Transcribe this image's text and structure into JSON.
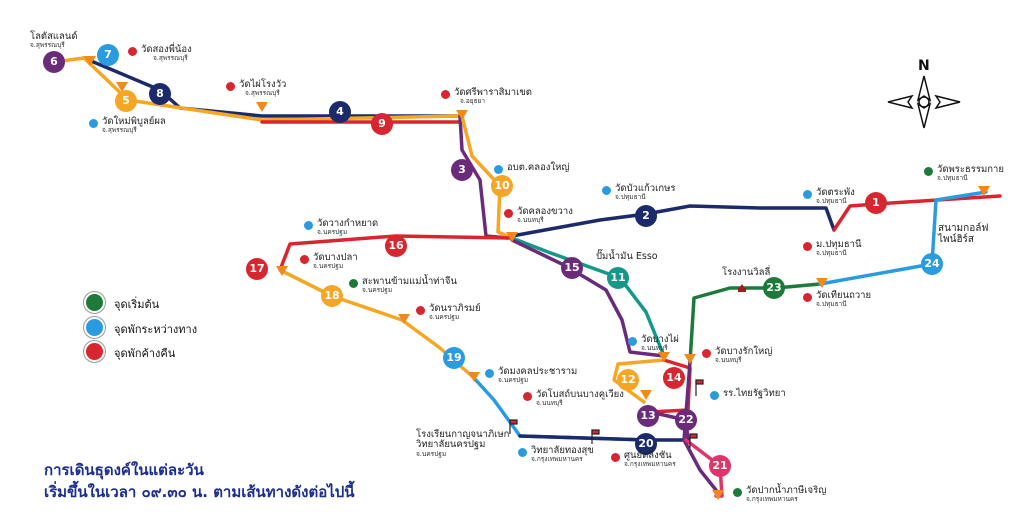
{
  "colors": {
    "navy": "#1b2a6b",
    "red": "#d7262f",
    "orange": "#f5a623",
    "purple": "#6a2c7a",
    "teal": "#14988a",
    "blue": "#2b9be0",
    "green": "#1d7a3a",
    "pink": "#e0356a"
  },
  "compass": {
    "label": "N"
  },
  "route_nodes": [
    {
      "id": "6",
      "color": "purple"
    },
    {
      "id": "7",
      "color": "blue"
    },
    {
      "id": "8",
      "color": "navy"
    },
    {
      "id": "5",
      "color": "orange"
    },
    {
      "id": "4",
      "color": "navy"
    },
    {
      "id": "9",
      "color": "red"
    },
    {
      "id": "3",
      "color": "purple"
    },
    {
      "id": "10",
      "color": "orange"
    },
    {
      "id": "2",
      "color": "navy"
    },
    {
      "id": "1",
      "color": "red"
    },
    {
      "id": "16",
      "color": "red"
    },
    {
      "id": "17",
      "color": "red"
    },
    {
      "id": "18",
      "color": "orange"
    },
    {
      "id": "15",
      "color": "purple"
    },
    {
      "id": "11",
      "color": "teal"
    },
    {
      "id": "24",
      "color": "blue"
    },
    {
      "id": "23",
      "color": "green"
    },
    {
      "id": "19",
      "color": "blue"
    },
    {
      "id": "12",
      "color": "orange"
    },
    {
      "id": "14",
      "color": "red"
    },
    {
      "id": "13",
      "color": "purple"
    },
    {
      "id": "22",
      "color": "purple"
    },
    {
      "id": "20",
      "color": "navy"
    },
    {
      "id": "21",
      "color": "pink"
    }
  ],
  "places": [
    {
      "name": "โลตัสแลนด์",
      "province": "จ.สุพรรณบุรี",
      "dot": ""
    },
    {
      "name": "วัดสองพี่น้อง",
      "province": "จ.สุพรรณบุรี",
      "dot": "red"
    },
    {
      "name": "วัดไผ่โรงวัว",
      "province": "จ.สุพรรณบุรี",
      "dot": "red"
    },
    {
      "name": "วัดศรีพาราสิมาเขต",
      "province": "จ.อยุธยา",
      "dot": "red"
    },
    {
      "name": "วัดใหม่พิบูลย์ผล",
      "province": "จ.สุพรรณบุรี",
      "dot": "blue"
    },
    {
      "name": "อบต.คลองใหญ่",
      "province": "",
      "dot": "blue"
    },
    {
      "name": "วัดบัวแก้วเกษร",
      "province": "จ.ปทุมธานี",
      "dot": "blue"
    },
    {
      "name": "วัดพระธรรมกาย",
      "province": "จ.ปทุมธานี",
      "dot": "green"
    },
    {
      "name": "วัดตระพัง",
      "province": "จ.ปทุมธานี",
      "dot": "blue"
    },
    {
      "name": "วัดคลองขวาง",
      "province": "จ.นนทบุรี",
      "dot": "red"
    },
    {
      "name": "วัดวางกำหยาด",
      "province": "จ.นครปฐม",
      "dot": "blue"
    },
    {
      "name": "ม.ปทุมธานี",
      "province": "จ.ปทุมธานี",
      "dot": "red"
    },
    {
      "name": "สนามกอล์ฟ",
      "province": "",
      "dot": ""
    },
    {
      "name": "ไพน์ฮิร์ส",
      "province": "",
      "dot": ""
    },
    {
      "name": "วัดบางปลา",
      "province": "จ.นครปฐม",
      "dot": "red"
    },
    {
      "name": "สะพานข้ามแม่น้ำท่าจีน",
      "province": "จ.นครปฐม",
      "dot": "green"
    },
    {
      "name": "ปั๊มน้ำมัน Esso",
      "province": "",
      "dot": ""
    },
    {
      "name": "โรงงานวิลลี่",
      "province": "",
      "dot": ""
    },
    {
      "name": "วัดเทียนถวาย",
      "province": "จ.ปทุมธานี",
      "dot": "red"
    },
    {
      "name": "วัดนราภิรมย์",
      "province": "จ.นครปฐม",
      "dot": "red"
    },
    {
      "name": "วัดบางไผ่",
      "province": "จ.นนทบุรี",
      "dot": "blue"
    },
    {
      "name": "วัดบางรักใหญ่",
      "province": "จ.นนทบุรี",
      "dot": "red"
    },
    {
      "name": "วัดมงคลประชาราม",
      "province": "จ.นครปฐม",
      "dot": "blue"
    },
    {
      "name": "วัดโบสถ์บนบางคูเวียง",
      "province": "จ.นนทบุรี",
      "dot": "red"
    },
    {
      "name": "รร.ไทยรัฐวิทยา",
      "province": "",
      "dot": "blue"
    },
    {
      "name": "โรงเรียนกาญจนาภิเษก",
      "province": "",
      "dot": ""
    },
    {
      "name": "วิทยาลัยนครปฐม",
      "province": "จ.นครปฐม",
      "dot": ""
    },
    {
      "name": "วิทยาลัยทองสุข",
      "province": "จ.กรุงเทพมหานคร",
      "dot": "blue"
    },
    {
      "name": "ศูนย์ตลิ่งชัน",
      "province": "จ.กรุงเทพมหานคร",
      "dot": "red"
    },
    {
      "name": "วัดปากน้ำภาษีเจริญ",
      "province": "จ.กรุงเทพมหานคร",
      "dot": "green"
    }
  ],
  "legend": [
    {
      "label": "จุดเริ่มต้น",
      "color": "green"
    },
    {
      "label": "จุดพักระหว่างทาง",
      "color": "blue"
    },
    {
      "label": "จุดพักค้างคืน",
      "color": "red"
    }
  ],
  "footer": {
    "line1": "การเดินธุดงค์ในแต่ละวัน",
    "line2": "เริ่มขึ้นในเวลา ๐๙.๓๐ น. ตามเส้นทางดังต่อไปนี้"
  }
}
